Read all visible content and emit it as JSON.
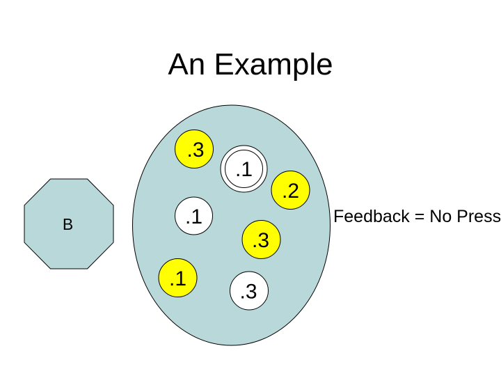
{
  "slide": {
    "title": "An Example"
  },
  "octagon": {
    "label": "B"
  },
  "feedback": {
    "text": "Feedback = No Press"
  },
  "colors": {
    "shape_fill": "#b8d8da",
    "highlight_fill": "#ffff00",
    "white_fill": "#ffffff",
    "outline": "#000000",
    "text": "#000000",
    "background": "#ffffff"
  },
  "diagram": {
    "circles": [
      {
        "label": ".3",
        "fill": "#ffff00"
      },
      {
        "label": ".1",
        "fill": "#ffffff",
        "double_ring": true
      },
      {
        "label": ".2",
        "fill": "#ffff00"
      },
      {
        "label": ".1",
        "fill": "#ffffff"
      },
      {
        "label": ".3",
        "fill": "#ffff00"
      },
      {
        "label": ".1",
        "fill": "#ffff00"
      },
      {
        "label": ".3",
        "fill": "#ffffff"
      }
    ]
  }
}
